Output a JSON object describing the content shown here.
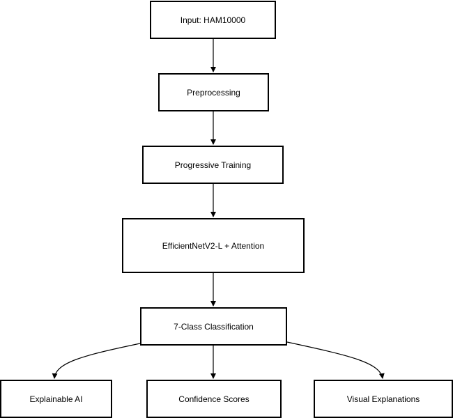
{
  "diagram": {
    "nodes": {
      "input": "Input: HAM10000",
      "preprocessing": "Preprocessing",
      "progressive_training": "Progressive Training",
      "model": "EfficientNetV2-L + Attention",
      "classification": "7-Class Classification",
      "explainable_ai": "Explainable AI",
      "confidence_scores": "Confidence Scores",
      "visual_explanations": "Visual Explanations"
    },
    "edges": [
      {
        "from": "input",
        "to": "preprocessing"
      },
      {
        "from": "preprocessing",
        "to": "progressive_training"
      },
      {
        "from": "progressive_training",
        "to": "model"
      },
      {
        "from": "model",
        "to": "classification"
      },
      {
        "from": "classification",
        "to": "explainable_ai"
      },
      {
        "from": "classification",
        "to": "confidence_scores"
      },
      {
        "from": "classification",
        "to": "visual_explanations"
      }
    ],
    "colors": {
      "stroke": "#000000",
      "fill": "#ffffff",
      "text": "#000000"
    }
  }
}
